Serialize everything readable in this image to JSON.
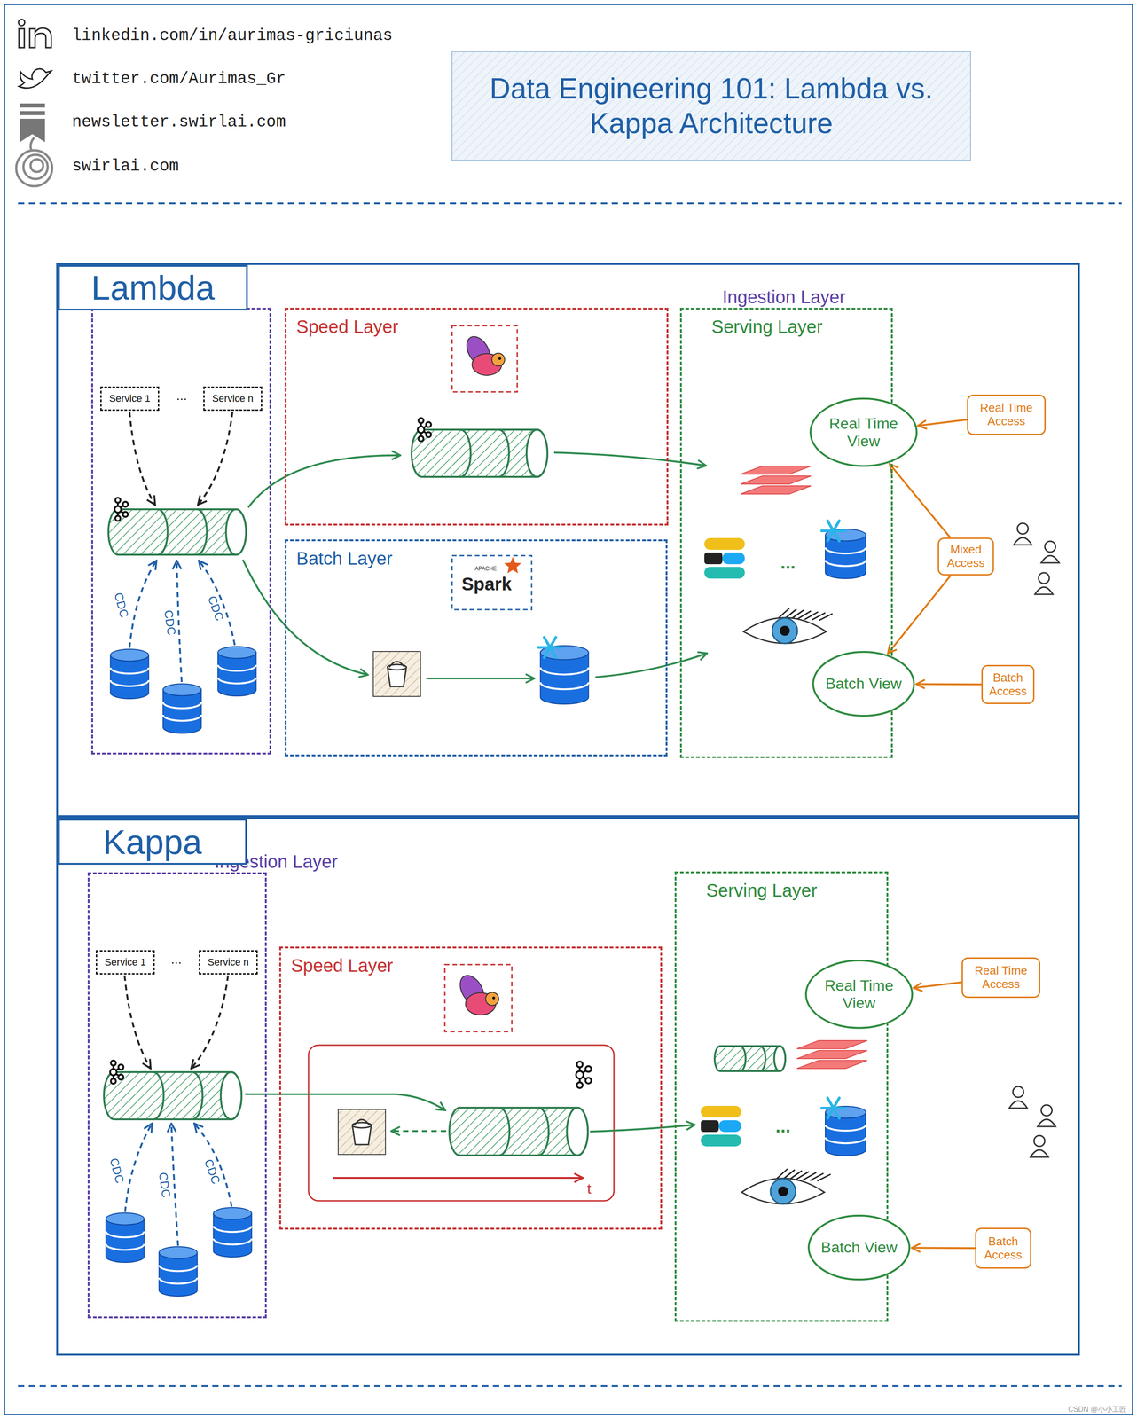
{
  "diagram": {
    "title": "Data Engineering 101: Lambda vs. Kappa Architecture",
    "nodes": [
      {
        "text": [
          "Lambda"
        ]
      },
      {
        "text": [
          "Ingestion Layer"
        ],
        "in": 0
      },
      {
        "text": [
          "Service 1"
        ],
        "in": 1
      },
      {
        "text": [
          "Service n"
        ],
        "in": 1
      },
      {
        "text": [
          "Speed Layer"
        ],
        "in": 0
      },
      {
        "text": [
          "Batch Layer"
        ],
        "in": 0
      },
      {
        "text": [
          "Serving Layer"
        ],
        "in": 0
      },
      {
        "text": [
          "Real Time View"
        ],
        "in": 6
      },
      {
        "text": [
          "Batch View"
        ],
        "in": 6
      },
      {
        "text": [
          "Real Time Access"
        ],
        "in": 0
      },
      {
        "text": [
          "Mixed Access"
        ],
        "in": 0
      },
      {
        "text": [
          "Batch Access"
        ],
        "in": 0
      },
      {
        "text": [
          "Kappa"
        ]
      },
      {
        "text": [
          "Ingestion Layer"
        ],
        "in": 12
      },
      {
        "text": [
          "Service 1"
        ],
        "in": 13
      },
      {
        "text": [
          "Service n"
        ],
        "in": 13
      },
      {
        "text": [
          "Speed Layer"
        ],
        "in": 12
      },
      {
        "text": [
          "Serving Layer"
        ],
        "in": 12
      },
      {
        "text": [
          "Real Time View"
        ],
        "in": 17
      },
      {
        "text": [
          "Batch View"
        ],
        "in": 17
      },
      {
        "text": [
          "Real Time Access"
        ],
        "in": 12
      },
      {
        "text": [
          "Batch Access"
        ],
        "in": 12
      }
    ],
    "edges": [
      {
        "from": 9,
        "to": 7,
        "arrow": "to"
      },
      {
        "from": 10,
        "to": 7,
        "arrow": "to"
      },
      {
        "from": 10,
        "to": 8,
        "arrow": "to"
      },
      {
        "from": 11,
        "to": 8,
        "arrow": "to"
      },
      {
        "from": 20,
        "to": 18,
        "arrow": "to"
      },
      {
        "from": 21,
        "to": 19,
        "arrow": "to"
      }
    ],
    "labels": [
      "linkedin.com/in/aurimas-griciunas",
      "twitter.com/Aurimas_Gr",
      "newsletter.swirlai.com",
      "swirlai.com",
      "...",
      "CDC",
      "CDC",
      "CDC",
      "APACHE",
      "Spark",
      "...",
      "...",
      "CDC",
      "CDC",
      "CDC",
      "...",
      "t",
      "CSDN @小小工匠"
    ]
  }
}
